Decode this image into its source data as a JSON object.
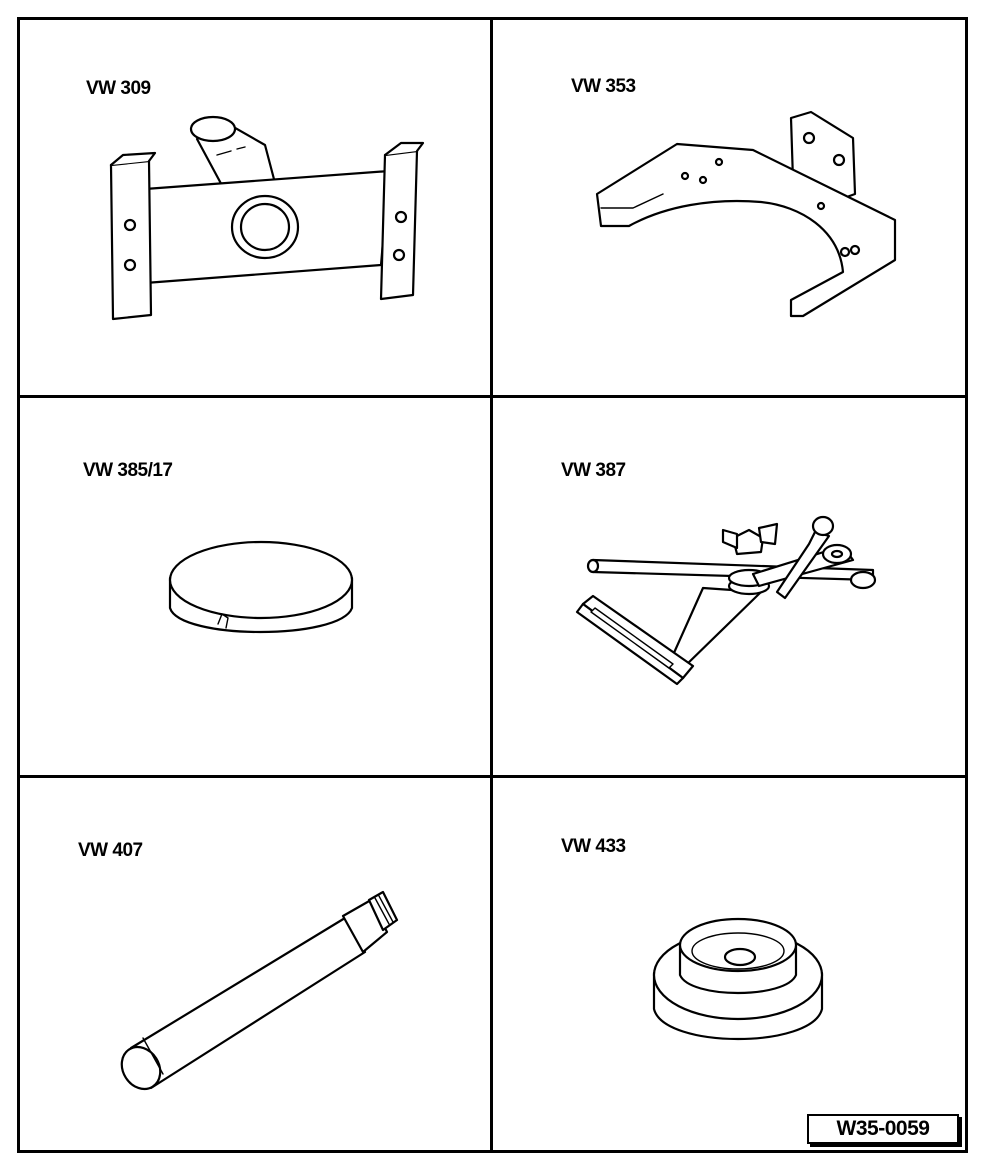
{
  "tools": [
    {
      "label": "VW 309",
      "icon": "engine-support-bracket"
    },
    {
      "label": "VW 353",
      "icon": "curved-mounting-plate"
    },
    {
      "label": "VW 385/17",
      "icon": "gauge-disc"
    },
    {
      "label": "VW 387",
      "icon": "dial-gauge-holder"
    },
    {
      "label": "VW 407",
      "icon": "drift-mandrel"
    },
    {
      "label": "VW 433",
      "icon": "thrust-piece"
    }
  ],
  "figure_code": "W35-0059"
}
